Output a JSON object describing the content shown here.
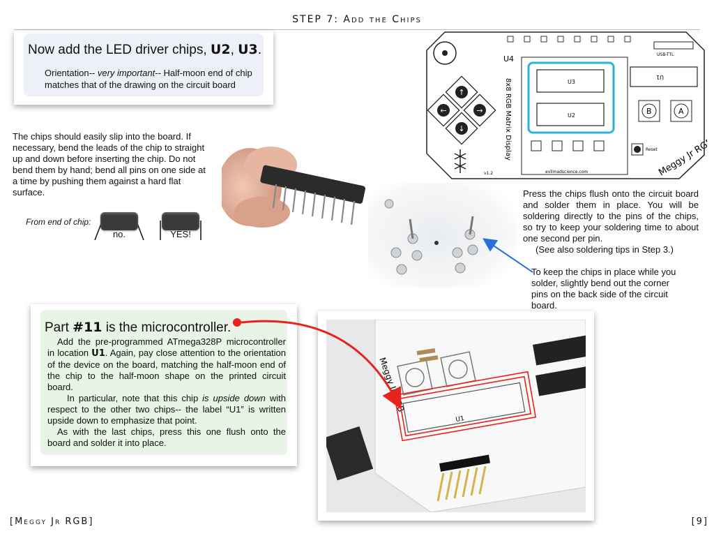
{
  "header": {
    "title": "STEP 7: Add the Chips"
  },
  "card1": {
    "title_prefix": "Now add the LED driver chips, ",
    "u2": "U2",
    "comma": ", ",
    "u3": "U3",
    "period": ".",
    "body_prefix": "Orientation-- ",
    "body_emph": "very important",
    "body_suffix": "-- Half-moon end of chip matches that of the drawing on the circuit board"
  },
  "chips_text": "The chips should easily slip into the board.  If necessary, bend the leads of the chip to straight up and down before inserting the chip.  Do not bend them by hand; bend all pins on one side at a time by pushing them against a hard flat surface.",
  "from_end": {
    "label": "From end of chip:",
    "no": "no.",
    "yes": "YES!"
  },
  "flush_text": {
    "main": "Press the chips flush onto the circuit board and solder them in place.  You will be soldering directly to the pins of the chips, so try to keep your soldering time to about one second per pin.",
    "see_also": "(See also soldering tips in Step 3.)"
  },
  "bend_text": "To keep the chips in place while you solder, slightly bend out the corner pins on the back side of the circuit board.",
  "board": {
    "u4": "U4",
    "u3": "U3",
    "u2": "U2",
    "u1": "U1",
    "title": "8x8 RGB Matrix Display",
    "brand": "Meggy Jr RGB",
    "site": "evilmadscience.com",
    "version": "v1.2",
    "btn_a": "A",
    "btn_b": "B",
    "usb": "USB-TTL",
    "reset": "Reset"
  },
  "card2": {
    "title_prefix": "Part ",
    "part_num": "#11",
    "title_suffix": " is the microcontroller.",
    "p1_a": "Add the pre-programmed ATmega328P microcontroller in location ",
    "p1_u1": "U1",
    "p1_b": ". Again, pay close attention to the orientation of the device on the board, matching the half-moon end of the chip to the half-moon shape on the printed circuit board.",
    "p2_a": "In particular, note that this chip ",
    "p2_emph": "is upside down",
    "p2_b": " with respect to the other two chips-- the label “U1” is written upside down to emphasize that point.",
    "p3": "As with the last chips, press this one flush onto the board and solder it into place."
  },
  "photo3": {
    "u1": "U1",
    "board": "Meggy Jr RGB"
  },
  "footer": {
    "left": "[Meggy Jr RGB]",
    "page": "[9]"
  },
  "colors": {
    "blue_highlight": "#29b6d6",
    "red_arrow": "#e8231d",
    "blue_arrow": "#2a6fd8"
  }
}
